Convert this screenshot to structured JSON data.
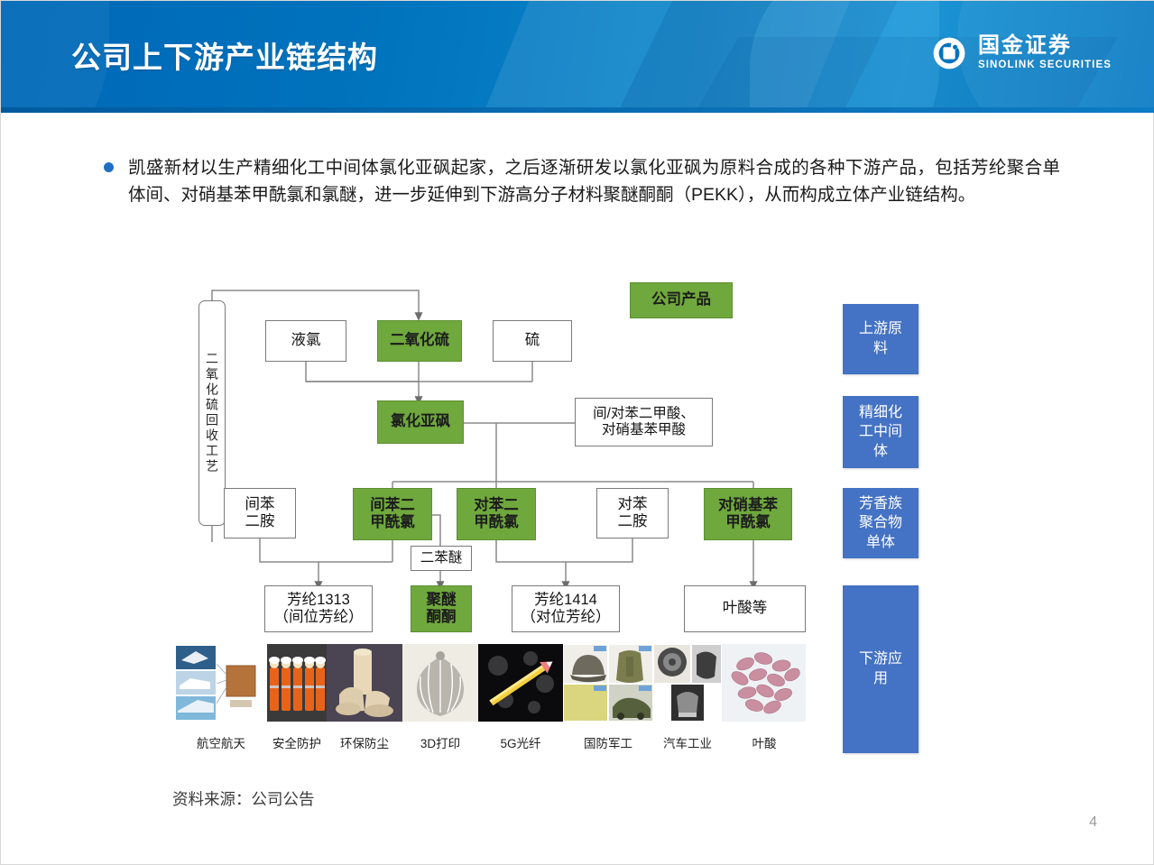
{
  "header": {
    "title": "公司上下游产业链结构",
    "brand_cn": "国金证券",
    "brand_en": "SINOLINK SECURITIES",
    "brand_color": "#0073bd"
  },
  "bullet": {
    "text": "凯盛新材以生产精细化工中间体氯化亚砜起家，之后逐渐研发以氯化亚砜为原料合成的各种下游产品，包括芳纶聚合单体间、对硝基苯甲酰氯和氯醚，进一步延伸到下游高分子材料聚醚酮酮（PEKK），从而构成立体产业链结构。"
  },
  "diagram": {
    "legend_label": "公司产品",
    "vertical_label": "二氧化硫回收工艺",
    "green_color": "#6fa83c",
    "stage_color": "#4472c4",
    "nodes": [
      {
        "id": "yelv",
        "label": "液氯",
        "green": false
      },
      {
        "id": "eryanghualiu",
        "label": "二氧化硫",
        "green": true
      },
      {
        "id": "liu",
        "label": "硫",
        "green": false
      },
      {
        "id": "lvhuayasu",
        "label": "氯化亚砜",
        "green": true
      },
      {
        "id": "jiadui",
        "label": "间/对苯二甲酸、\n对硝基苯甲酸",
        "green": false
      },
      {
        "id": "jianbeneran",
        "label": "间苯\n二胺",
        "green": false
      },
      {
        "id": "jianbenerjia",
        "label": "间苯二\n甲酰氯",
        "green": true
      },
      {
        "id": "duibenerjia",
        "label": "对苯二\n甲酰氯",
        "green": true
      },
      {
        "id": "duibeneran",
        "label": "对苯\n二胺",
        "green": false
      },
      {
        "id": "duixiaojiben",
        "label": "对硝基苯\n甲酰氯",
        "green": true
      },
      {
        "id": "erbenmi",
        "label": "二苯醚",
        "green": false
      },
      {
        "id": "fanglun1313",
        "label": "芳纶1313\n（间位芳纶）",
        "green": false
      },
      {
        "id": "jumitongtong",
        "label": "聚醚\n酮酮",
        "green": true
      },
      {
        "id": "fanglun1414",
        "label": "芳纶1414\n（对位芳纶）",
        "green": false
      },
      {
        "id": "yesuandeng",
        "label": "叶酸等",
        "green": false
      }
    ],
    "stages": [
      {
        "id": "stage-upstream",
        "label": "上游原\n料"
      },
      {
        "id": "stage-intermediate",
        "label": "精细化\n工中间\n体"
      },
      {
        "id": "stage-monomer",
        "label": "芳香族\n聚合物\n单体"
      },
      {
        "id": "stage-downstream",
        "label": "下游应\n用"
      }
    ],
    "applications": [
      {
        "id": "app-aerospace",
        "label": "航空航天"
      },
      {
        "id": "app-safety",
        "label": "安全防护"
      },
      {
        "id": "app-dust",
        "label": "环保防尘"
      },
      {
        "id": "app-3dprint",
        "label": "3D打印"
      },
      {
        "id": "app-5gfiber",
        "label": "5G光纤"
      },
      {
        "id": "app-defense",
        "label": "国防军工"
      },
      {
        "id": "app-auto",
        "label": "汽车工业"
      },
      {
        "id": "app-folic",
        "label": "叶酸"
      }
    ]
  },
  "footer": {
    "source": "资料来源：公司公告",
    "page_number": "4"
  }
}
